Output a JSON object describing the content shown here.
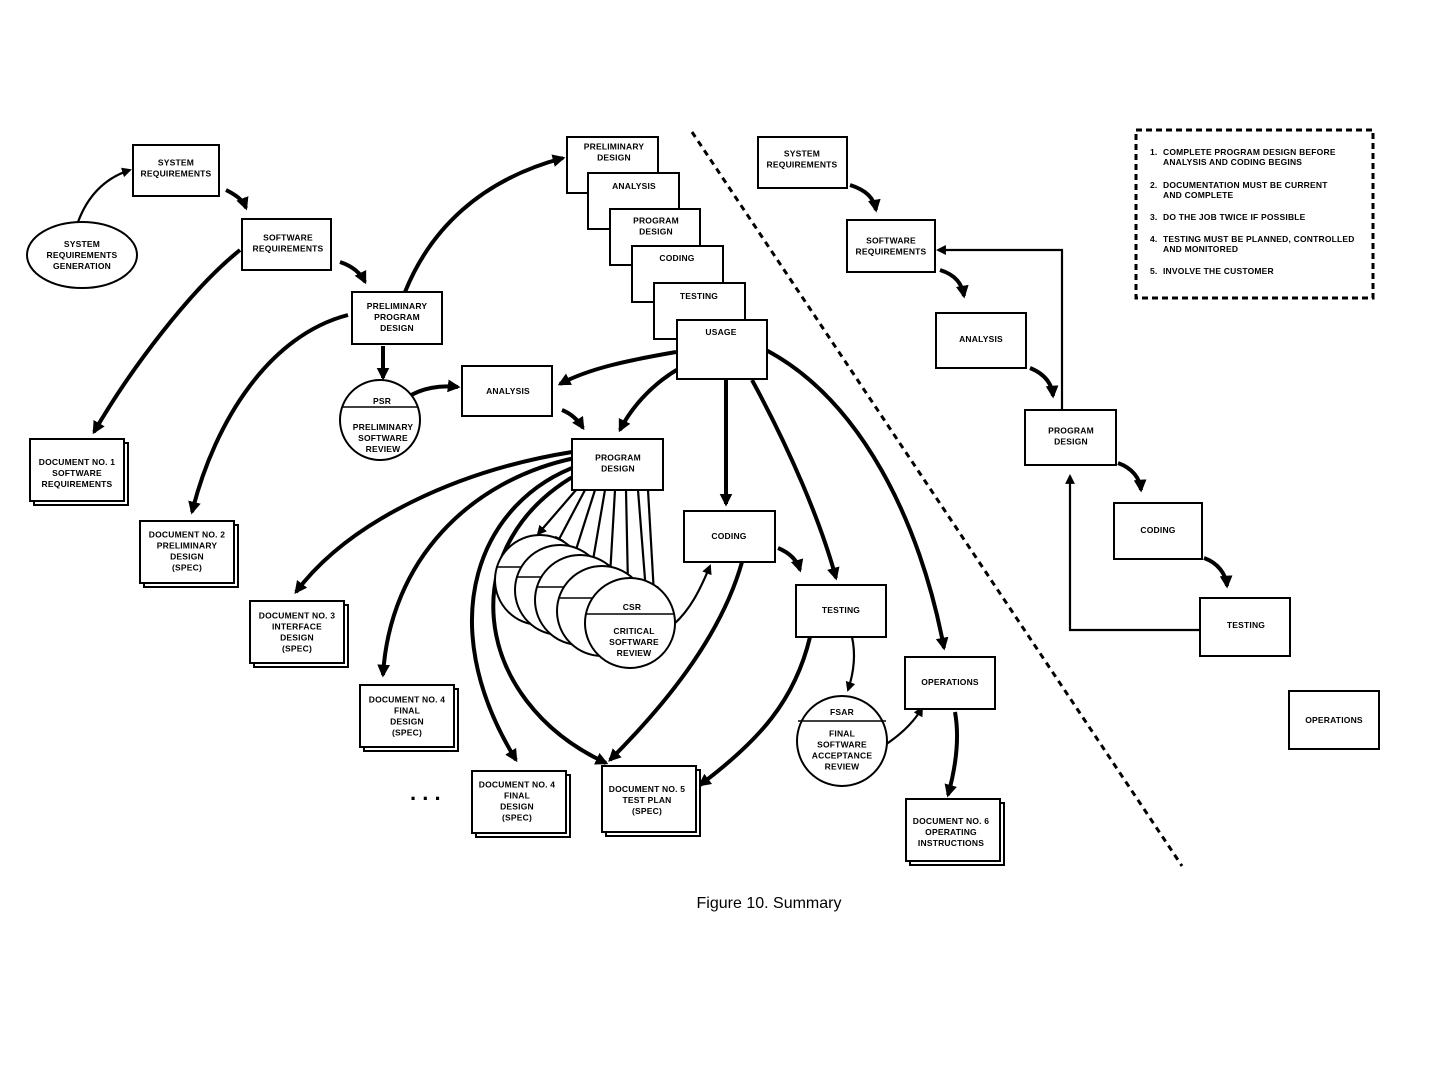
{
  "caption": "Figure 10.  Summary",
  "nodes": {
    "sys_req_gen": [
      "SYSTEM",
      "REQUIREMENTS",
      "GENERATION"
    ],
    "sys_req": [
      "SYSTEM",
      "REQUIREMENTS"
    ],
    "sw_req": [
      "SOFTWARE",
      "REQUIREMENTS"
    ],
    "prelim_prog_design": [
      "PRELIMINARY",
      "PROGRAM",
      "DESIGN"
    ],
    "psr_abbr": "PSR",
    "psr": [
      "PRELIMINARY",
      "SOFTWARE",
      "REVIEW"
    ],
    "analysis": [
      "ANALYSIS"
    ],
    "program_design": [
      "PROGRAM",
      "DESIGN"
    ],
    "stack_prelim_design": [
      "PRELIMINARY",
      "DESIGN"
    ],
    "stack_analysis": [
      "ANALYSIS"
    ],
    "stack_program_design": [
      "PROGRAM",
      "DESIGN"
    ],
    "stack_coding": [
      "CODING"
    ],
    "stack_testing": [
      "TESTING"
    ],
    "usage": [
      "USAGE"
    ],
    "coding": [
      "CODING"
    ],
    "testing": [
      "TESTING"
    ],
    "operations": [
      "OPERATIONS"
    ],
    "csr_abbr": "CSR",
    "csr": [
      "CRITICAL",
      "SOFTWARE",
      "REVIEW"
    ],
    "fsar_abbr": "FSAR",
    "fsar": [
      "FINAL",
      "SOFTWARE",
      "ACCEPTANCE",
      "REVIEW"
    ],
    "doc1": [
      "DOCUMENT NO. 1",
      "SOFTWARE",
      "REQUIREMENTS"
    ],
    "doc2": [
      "DOCUMENT NO. 2",
      "PRELIMINARY",
      "DESIGN",
      "(SPEC)"
    ],
    "doc3": [
      "DOCUMENT NO. 3",
      "INTERFACE",
      "DESIGN",
      "(SPEC)"
    ],
    "doc4a": [
      "DOCUMENT NO. 4",
      "FINAL",
      "DESIGN",
      "(SPEC)"
    ],
    "doc4b": [
      "DOCUMENT NO. 4",
      "FINAL",
      "DESIGN",
      "(SPEC)"
    ],
    "doc5": [
      "DOCUMENT NO. 5",
      "TEST PLAN",
      "(SPEC)"
    ],
    "doc6": [
      "DOCUMENT NO. 6",
      "OPERATING",
      "INSTRUCTIONS"
    ],
    "r_sys_req": [
      "SYSTEM",
      "REQUIREMENTS"
    ],
    "r_sw_req": [
      "SOFTWARE",
      "REQUIREMENTS"
    ],
    "r_analysis": [
      "ANALYSIS"
    ],
    "r_program_design": [
      "PROGRAM",
      "DESIGN"
    ],
    "r_coding": [
      "CODING"
    ],
    "r_testing": [
      "TESTING"
    ],
    "r_operations": [
      "OPERATIONS"
    ]
  },
  "ellipsis": ". . .",
  "principles": [
    [
      "1.",
      "COMPLETE PROGRAM DESIGN BEFORE",
      "ANALYSIS AND CODING BEGINS"
    ],
    [
      "2.",
      "DOCUMENTATION MUST BE CURRENT",
      "AND COMPLETE"
    ],
    [
      "3.",
      "DO THE JOB TWICE IF POSSIBLE"
    ],
    [
      "4.",
      "TESTING MUST BE PLANNED, CONTROLLED",
      "AND MONITORED"
    ],
    [
      "5.",
      "INVOLVE THE CUSTOMER"
    ]
  ]
}
